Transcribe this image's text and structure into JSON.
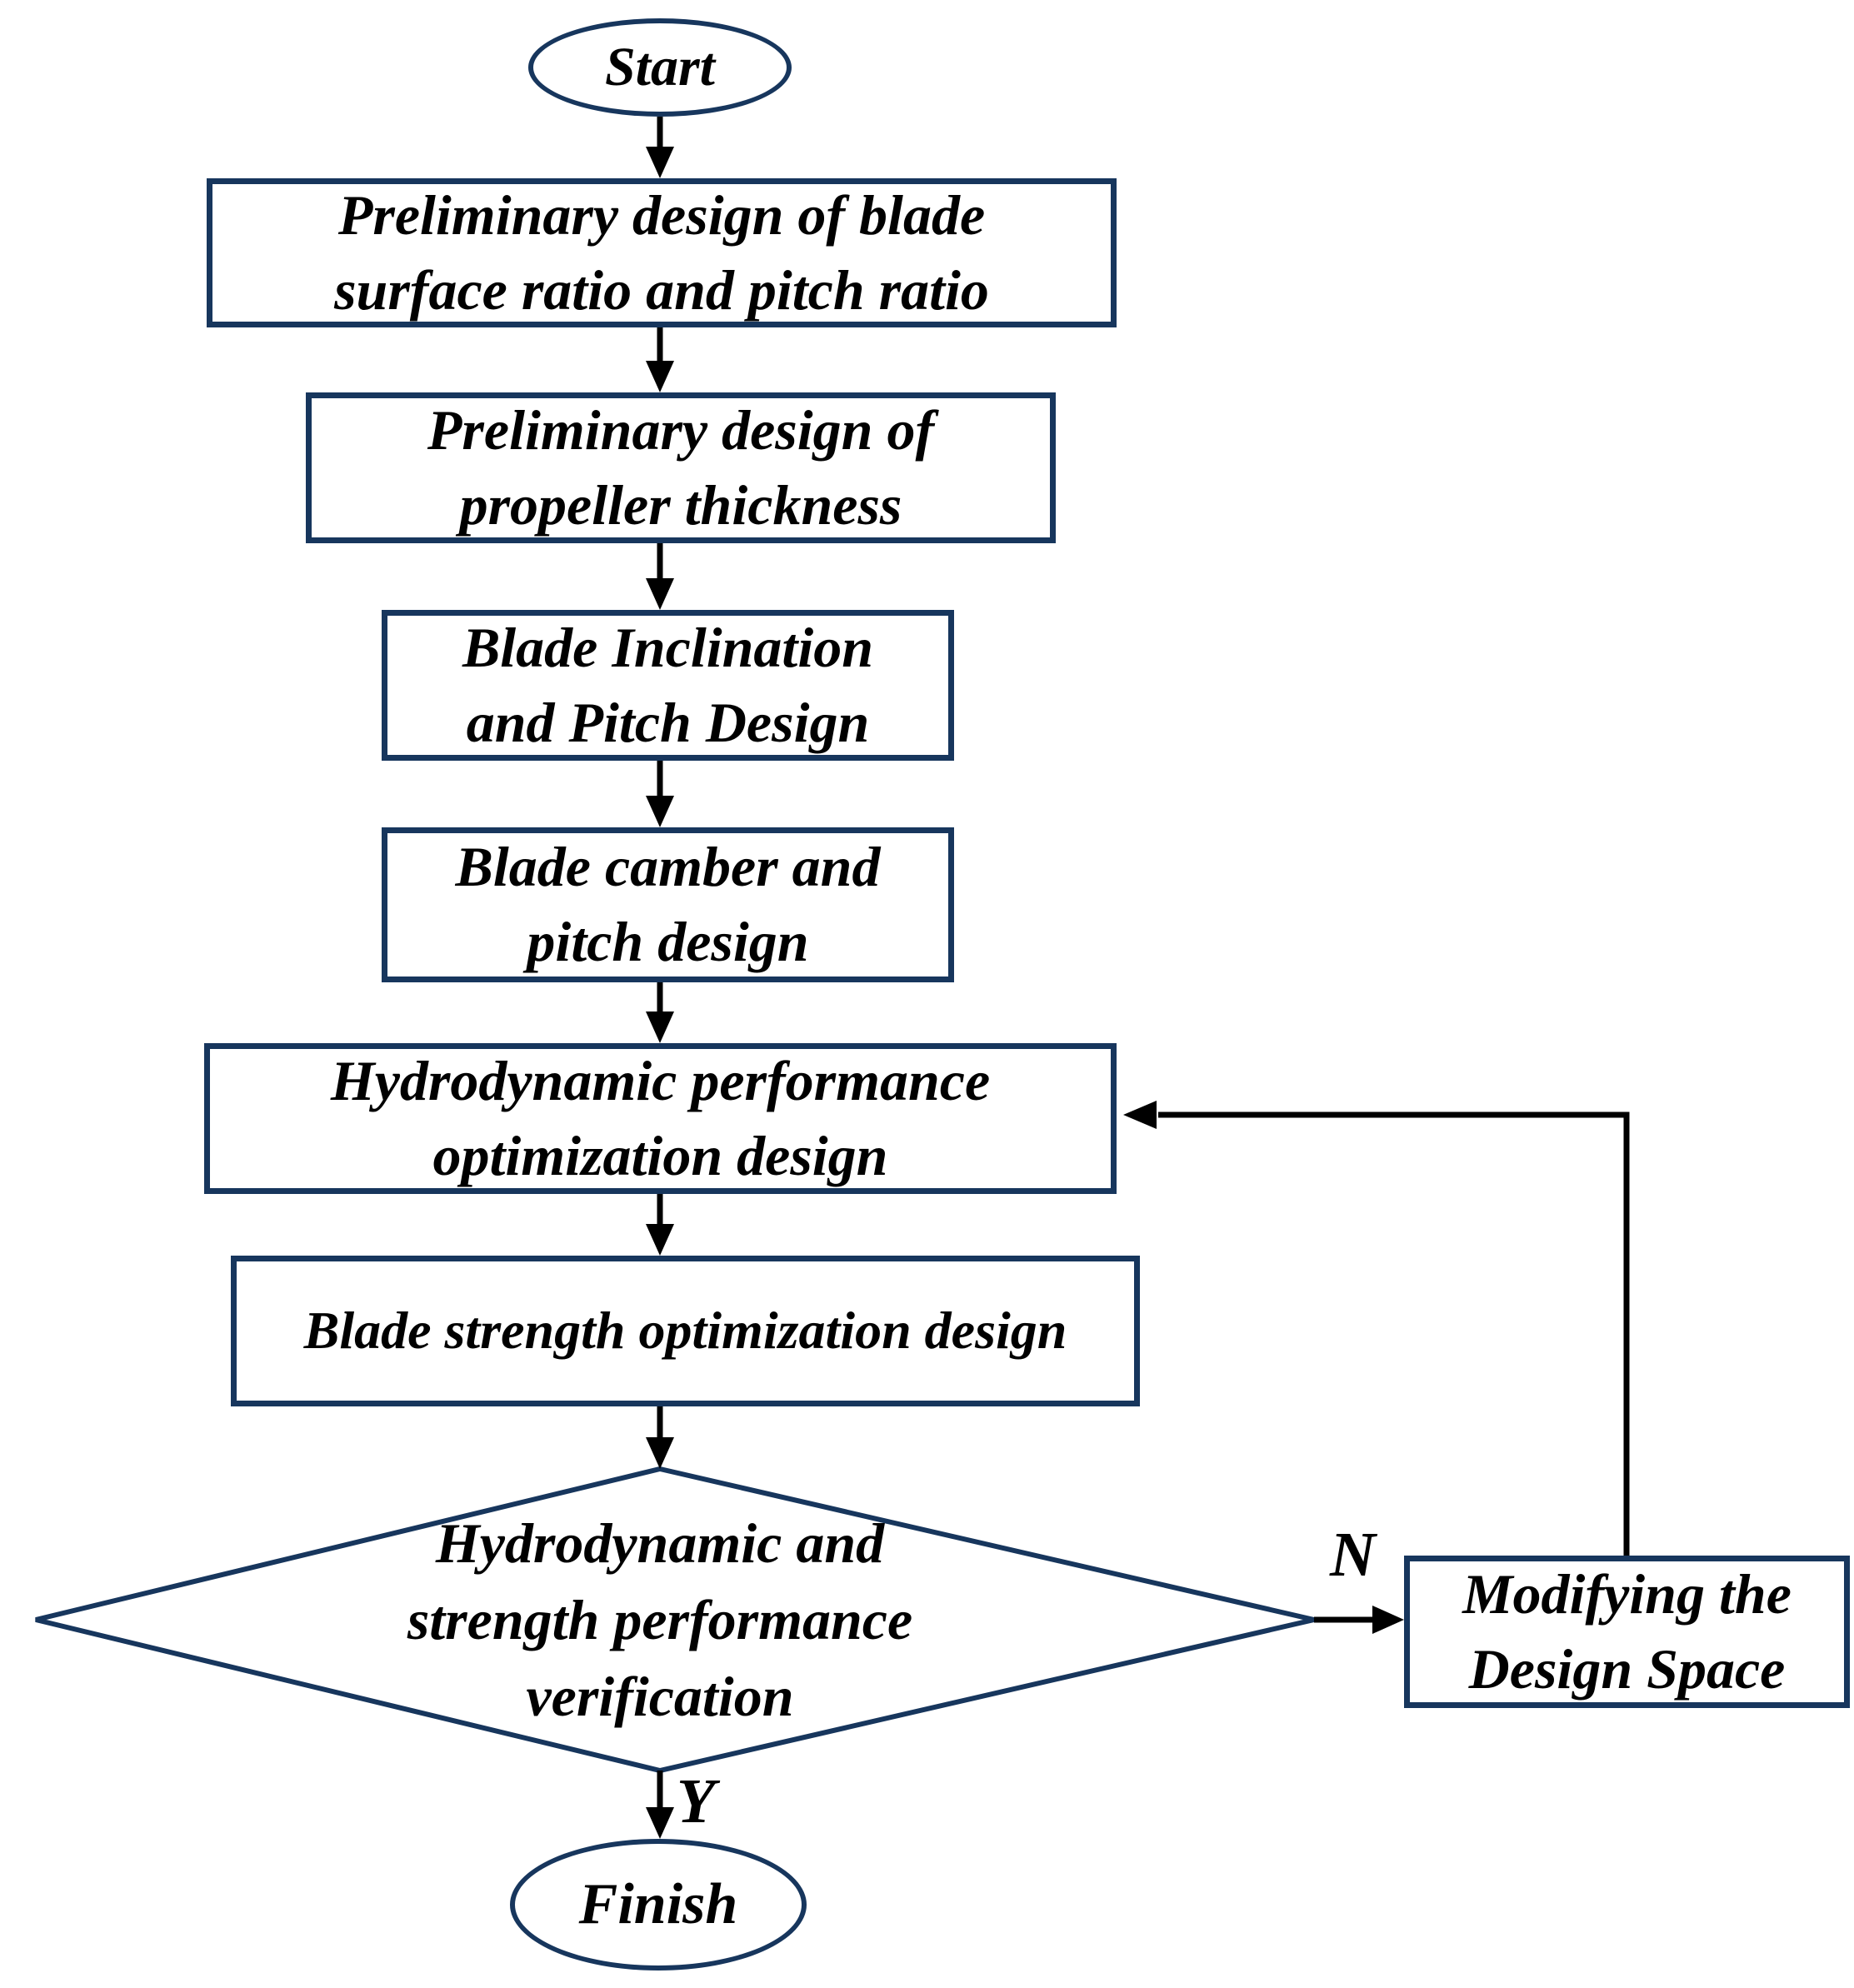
{
  "colors": {
    "shape_border": "#17365d",
    "arrow": "#000000",
    "text": "#000000",
    "background": "#ffffff"
  },
  "nodes": {
    "start": {
      "label": "Start"
    },
    "preliminary_blade": {
      "line1": "Preliminary design of blade",
      "line2": "surface ratio and pitch ratio"
    },
    "preliminary_thickness": {
      "line1": "Preliminary design of",
      "line2": "propeller thickness"
    },
    "inclination_pitch": {
      "line1": "Blade Inclination",
      "line2": "and Pitch Design"
    },
    "camber_pitch": {
      "line1": "Blade camber and",
      "line2": "pitch design"
    },
    "hydro_optimization": {
      "line1": "Hydrodynamic performance",
      "line2": "optimization design"
    },
    "strength_optimization": {
      "label": "Blade strength optimization design"
    },
    "verification_decision": {
      "line1": "Hydrodynamic and",
      "line2": "strength performance",
      "line3": "verification"
    },
    "modify_design_space": {
      "line1": "Modifying the",
      "line2": "Design Space"
    },
    "finish": {
      "label": "Finish"
    }
  },
  "edge_labels": {
    "yes": "Y",
    "no": "N"
  }
}
